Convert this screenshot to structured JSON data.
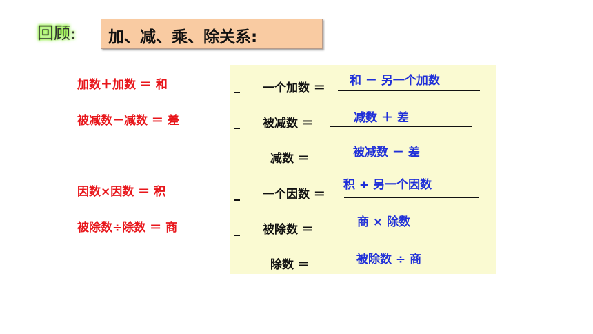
{
  "header": {
    "review_label": "回顾:",
    "title": "加、减、乘、除关系:"
  },
  "left_formulas": [
    "加数＋加数 ＝ 和",
    "被减数－减数 ＝ 差",
    "因数×因数 ＝ 积",
    "被除数÷除数 ＝ 商"
  ],
  "rows": [
    {
      "label": "一个加数 ＝",
      "answer": "和  －  另一个加数"
    },
    {
      "label": "被减数 ＝",
      "answer": "减数  ＋  差"
    },
    {
      "label": "减数 ＝",
      "answer": "被减数  －  差"
    },
    {
      "label": "一个因数 ＝",
      "answer": "积  ÷  另一个因数"
    },
    {
      "label": "被除数 ＝",
      "answer": "商  ×  除数"
    },
    {
      "label": "除数 ＝",
      "answer": "被除数  ÷  商"
    }
  ],
  "colors": {
    "formula_red": "#e8161b",
    "answer_blue": "#1f2fd8",
    "title_box": "#f9cba2",
    "panel": "#fafad2"
  }
}
